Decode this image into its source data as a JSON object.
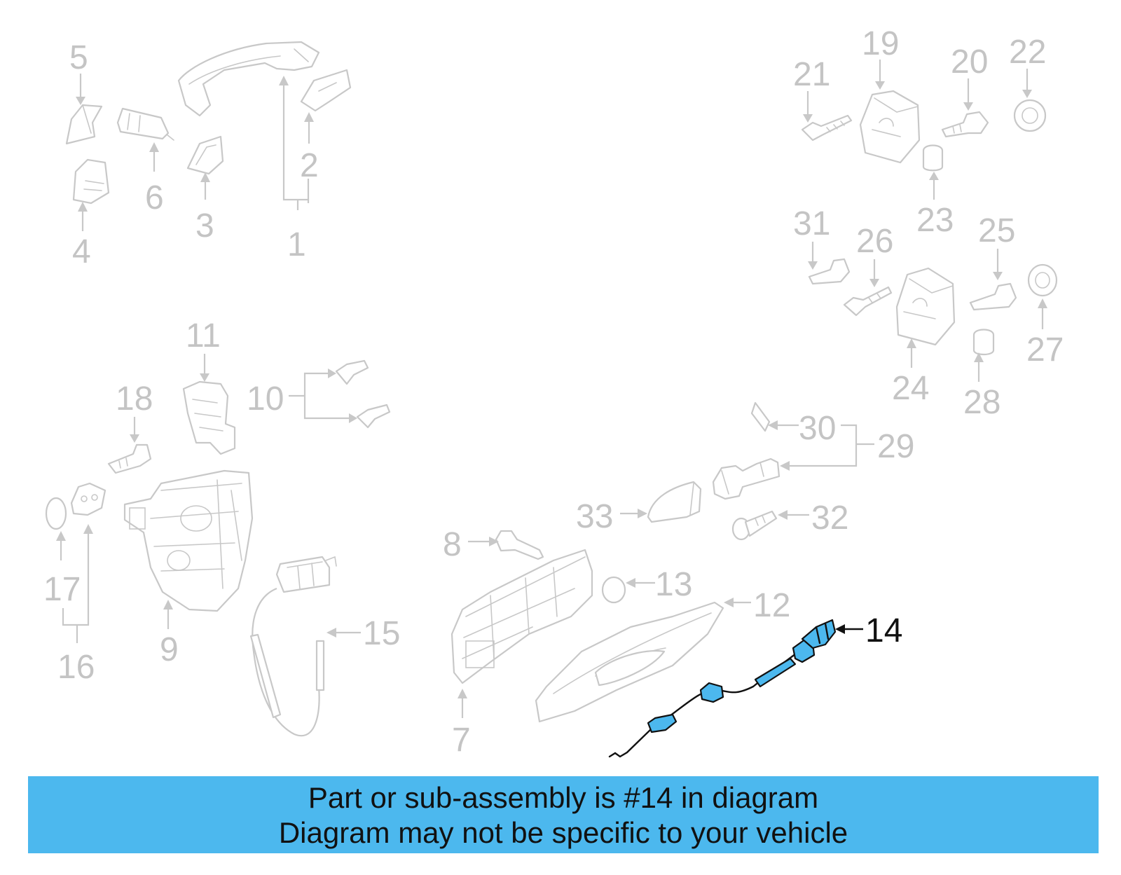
{
  "callouts": {
    "c1": "1",
    "c2": "2",
    "c3": "3",
    "c4": "4",
    "c5": "5",
    "c6": "6",
    "c7": "7",
    "c8": "8",
    "c9": "9",
    "c10": "10",
    "c11": "11",
    "c12": "12",
    "c13": "13",
    "c14": "14",
    "c15": "15",
    "c16": "16",
    "c17": "17",
    "c18": "18",
    "c19": "19",
    "c20": "20",
    "c21": "21",
    "c22": "22",
    "c23": "23",
    "c24": "24",
    "c25": "25",
    "c26": "26",
    "c27": "27",
    "c28": "28",
    "c29": "29",
    "c30": "30",
    "c31": "31",
    "c32": "32",
    "c33": "33"
  },
  "banner": {
    "line1": "Part or sub-assembly is #14 in diagram",
    "line2": "Diagram may not be specific to your vehicle"
  },
  "colors": {
    "banner_background": "#4cb8ee",
    "highlight_part": "#4cb8ee",
    "faded_part": "#c8c8c8",
    "active_callout": "#111111"
  },
  "icons": {
    "highlighted_part": "door-release-cable-icon"
  }
}
